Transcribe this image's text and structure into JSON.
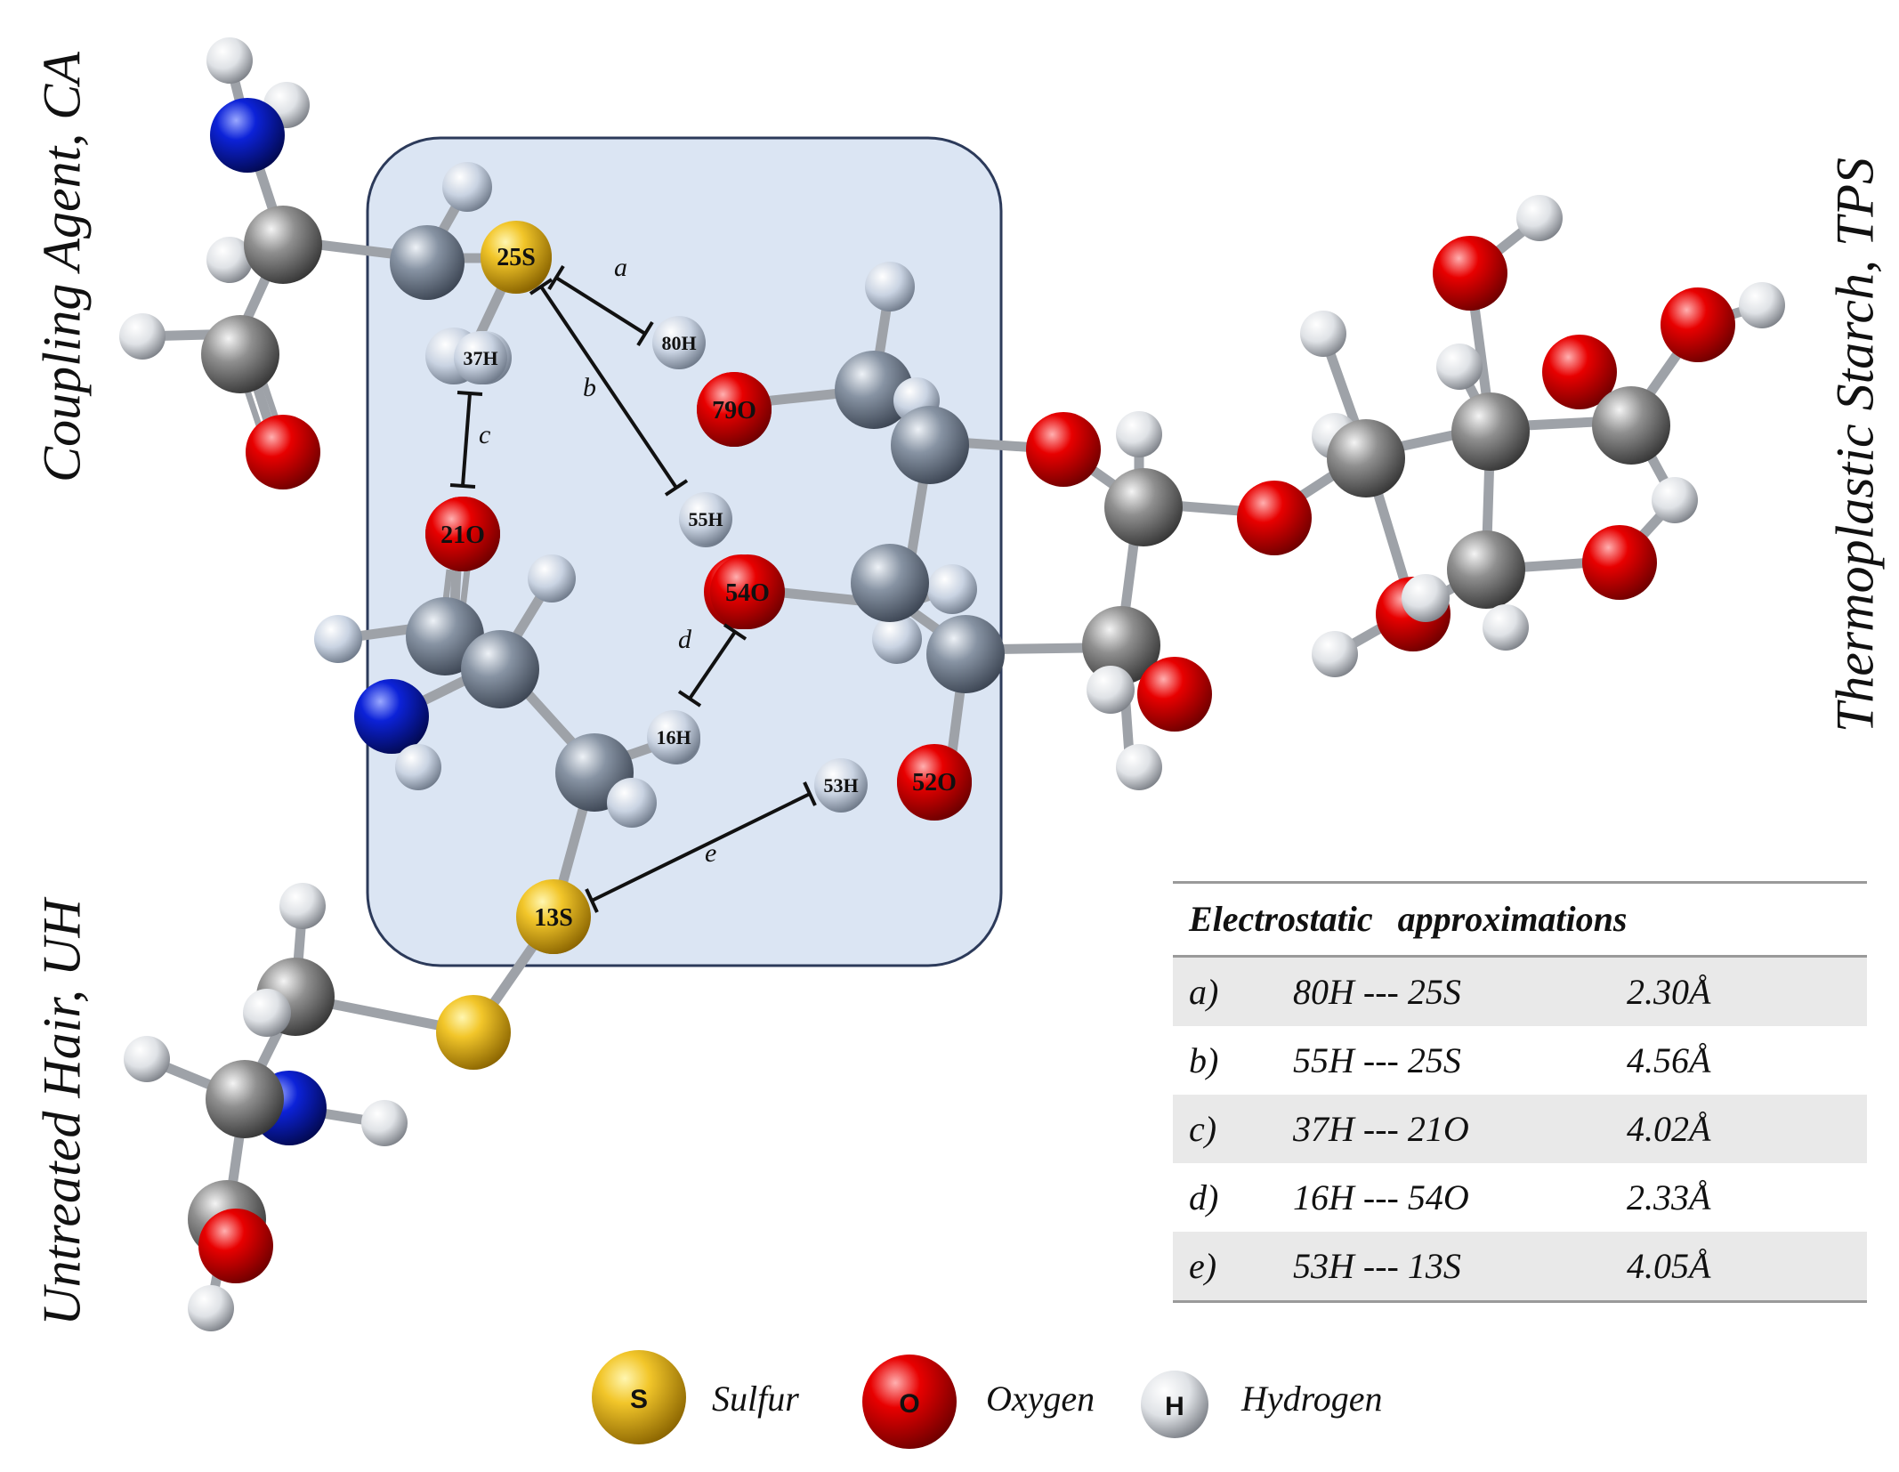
{
  "labels": {
    "coupling_agent": "Coupling Agent, CA",
    "untreated_hair": "Untreated Hair, UH",
    "thermoplastic_starch": "Thermoplastic Starch, TPS"
  },
  "atom_labels": {
    "s25": "25S",
    "h80": "80H",
    "o79": "79O",
    "h37": "37H",
    "o21": "21O",
    "h55": "55H",
    "o54": "54O",
    "h16": "16H",
    "h53": "53H",
    "o52": "52O",
    "s13": "13S"
  },
  "interactions": [
    "a",
    "b",
    "c",
    "d",
    "e"
  ],
  "table": {
    "header": "Electrostatic approximations",
    "rows": [
      {
        "id": "a)",
        "pair": "80H --- 25S",
        "distance": "2.30Å"
      },
      {
        "id": "b)",
        "pair": "55H --- 25S",
        "distance": "4.56Å"
      },
      {
        "id": "c)",
        "pair": "37H --- 21O",
        "distance": "4.02Å"
      },
      {
        "id": "d)",
        "pair": "16H --- 54O",
        "distance": "2.33Å"
      },
      {
        "id": "e)",
        "pair": "53H --- 13S",
        "distance": "4.05Å"
      }
    ]
  },
  "legend": {
    "sulfur": {
      "symbol": "S",
      "label": "Sulfur"
    },
    "oxygen": {
      "symbol": "O",
      "label": "Oxygen"
    },
    "hydrogen": {
      "symbol": "H",
      "label": "Hydrogen"
    }
  },
  "colors": {
    "sulfur": "#e5b21a",
    "oxygen": "#e00000",
    "hydrogen": "#c9ced6",
    "nitrogen": "#0a1fd1",
    "carbon": "#8d8d8d",
    "highlight_box": "#dbe5f3",
    "highlight_border": "#2c3a5a"
  }
}
